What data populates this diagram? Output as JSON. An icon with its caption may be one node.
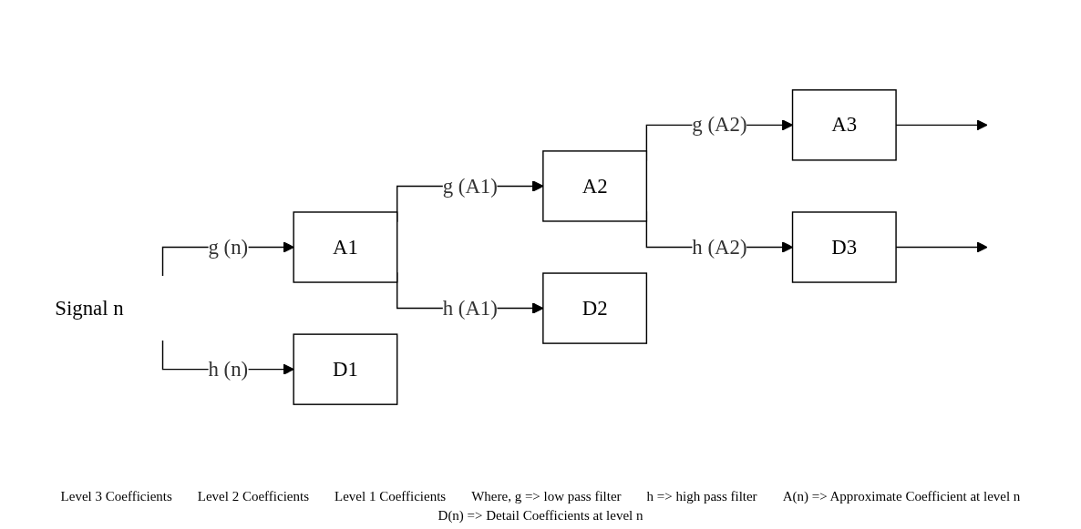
{
  "diagram": {
    "nodes": [
      {
        "text": [
          "Signal n"
        ]
      },
      {
        "text": [
          "A1"
        ]
      },
      {
        "text": [
          "D1"
        ]
      },
      {
        "text": [
          "A2"
        ]
      },
      {
        "text": [
          "D2"
        ]
      },
      {
        "text": [
          "A3"
        ]
      },
      {
        "text": [
          "D3"
        ]
      }
    ],
    "edges": [
      {
        "from": 0,
        "to": 1,
        "label": "g (n)",
        "arrow": "to"
      },
      {
        "from": 0,
        "to": 2,
        "label": "h (n)",
        "arrow": "to"
      },
      {
        "from": 1,
        "to": 3,
        "label": "g (A1)",
        "arrow": "to"
      },
      {
        "from": 1,
        "to": 4,
        "label": "h (A1)",
        "arrow": "to"
      },
      {
        "from": 3,
        "to": 5,
        "label": "g (A2)",
        "arrow": "to"
      },
      {
        "from": 3,
        "to": 6,
        "label": "h (A2)",
        "arrow": "to"
      },
      {
        "from": 5,
        "to": null,
        "arrow": "to"
      },
      {
        "from": 6,
        "to": null,
        "arrow": "to"
      }
    ],
    "labels": [
      "Level 3 Coefficients",
      "Level 2 Coefficients",
      "Level 1 Coefficients",
      "Where, g => low pass filter",
      "h => high pass filter",
      "A(n) => Approximate Coefficient at level n",
      "D(n) => Detail Coefficients at level n"
    ]
  }
}
